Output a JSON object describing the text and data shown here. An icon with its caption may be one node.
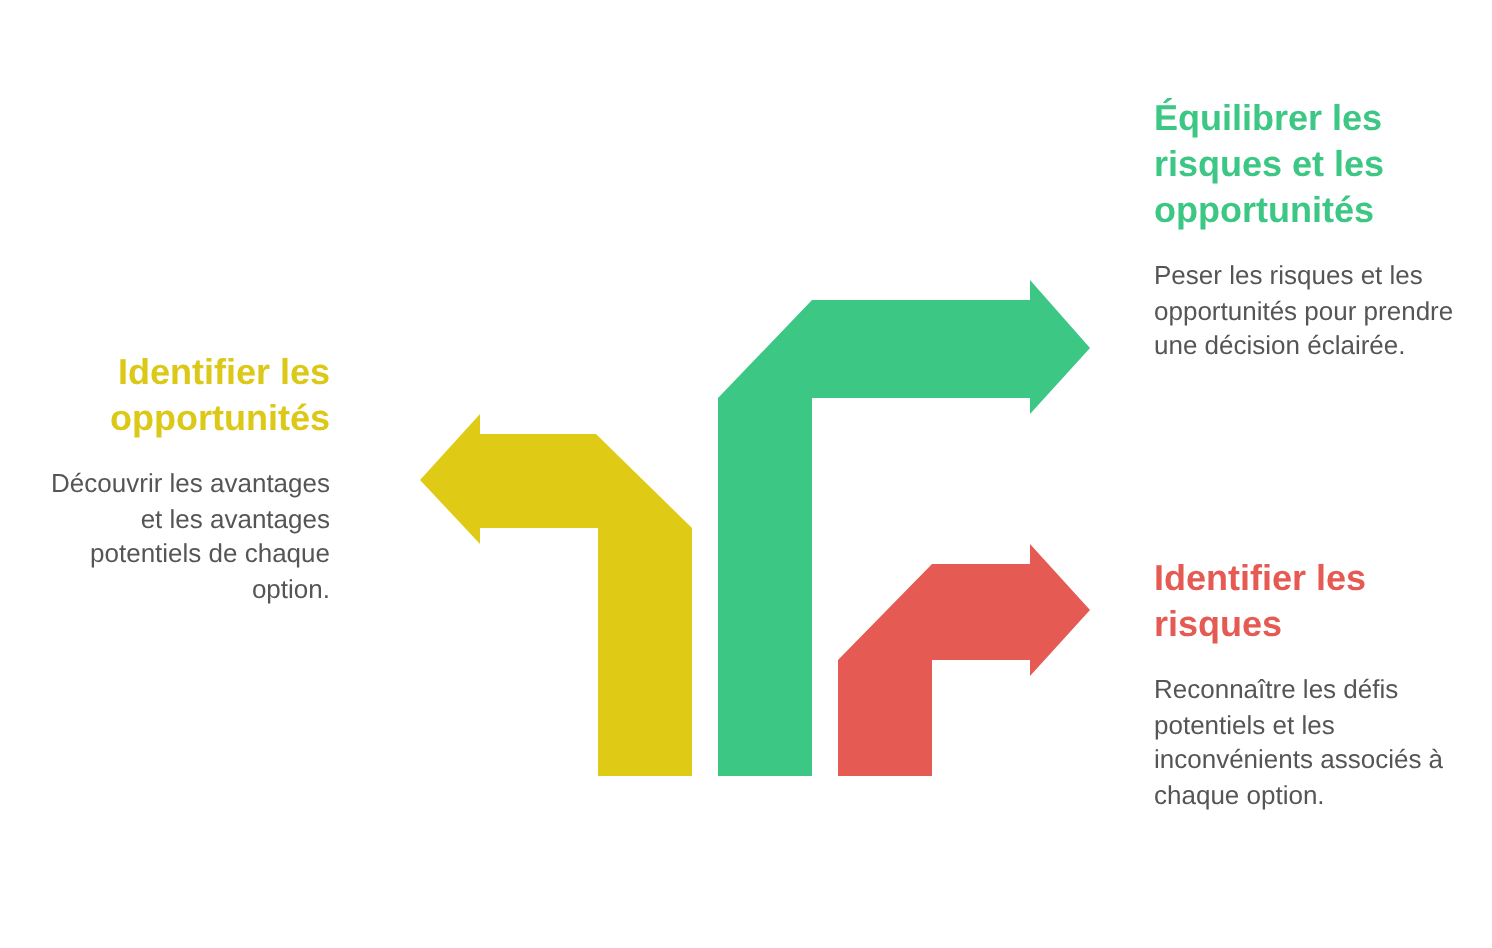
{
  "diagram": {
    "nodes": [
      {
        "text": [
          "Identifier les opportunités",
          "Découvrir les avantages et les avantages potentiels de chaque option."
        ]
      },
      {
        "text": [
          "Équilibrer les risques et les opportunités",
          "Peser les risques et les opportunités pour prendre une décision éclairée."
        ]
      },
      {
        "text": [
          "Identifier les risques",
          "Reconnaître les défis potentiels et les inconvénients associés à chaque option."
        ]
      }
    ],
    "edges": []
  }
}
